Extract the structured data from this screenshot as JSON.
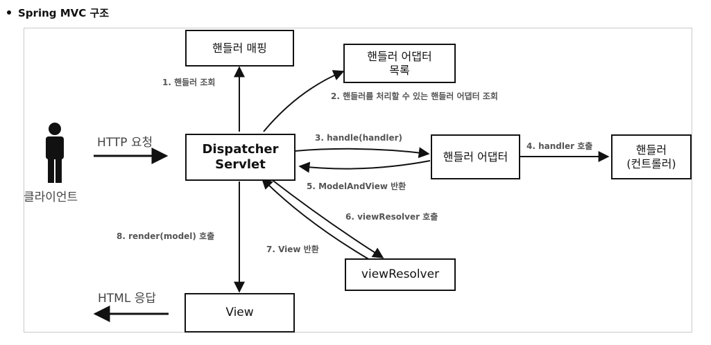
{
  "heading": "Spring MVC 구조",
  "boxes": {
    "handler_mapping": "핸들러 매핑",
    "adapter_list": "핸들러 어댑터\n목록",
    "dispatcher": "Dispatcher\nServlet",
    "handler_adapter": "핸들러 어댑터",
    "handler": "핸들러\n(컨트롤러)",
    "view_resolver": "viewResolver",
    "view": "View"
  },
  "client_label": "클라이언트",
  "labels": {
    "http_request": "HTTP 요청",
    "html_response": "HTML 응답",
    "step1": "1. 핸들러 조회",
    "step2": "2. 핸들러를 처리할 수 있는 핸들러 어댑터 조회",
    "step3": "3. handle(handler)",
    "step4": "4. handler 호출",
    "step5": "5. ModelAndView 반환",
    "step6": "6. viewResolver 호출",
    "step7": "7. View 반환",
    "step8": "8. render(model) 호출"
  }
}
